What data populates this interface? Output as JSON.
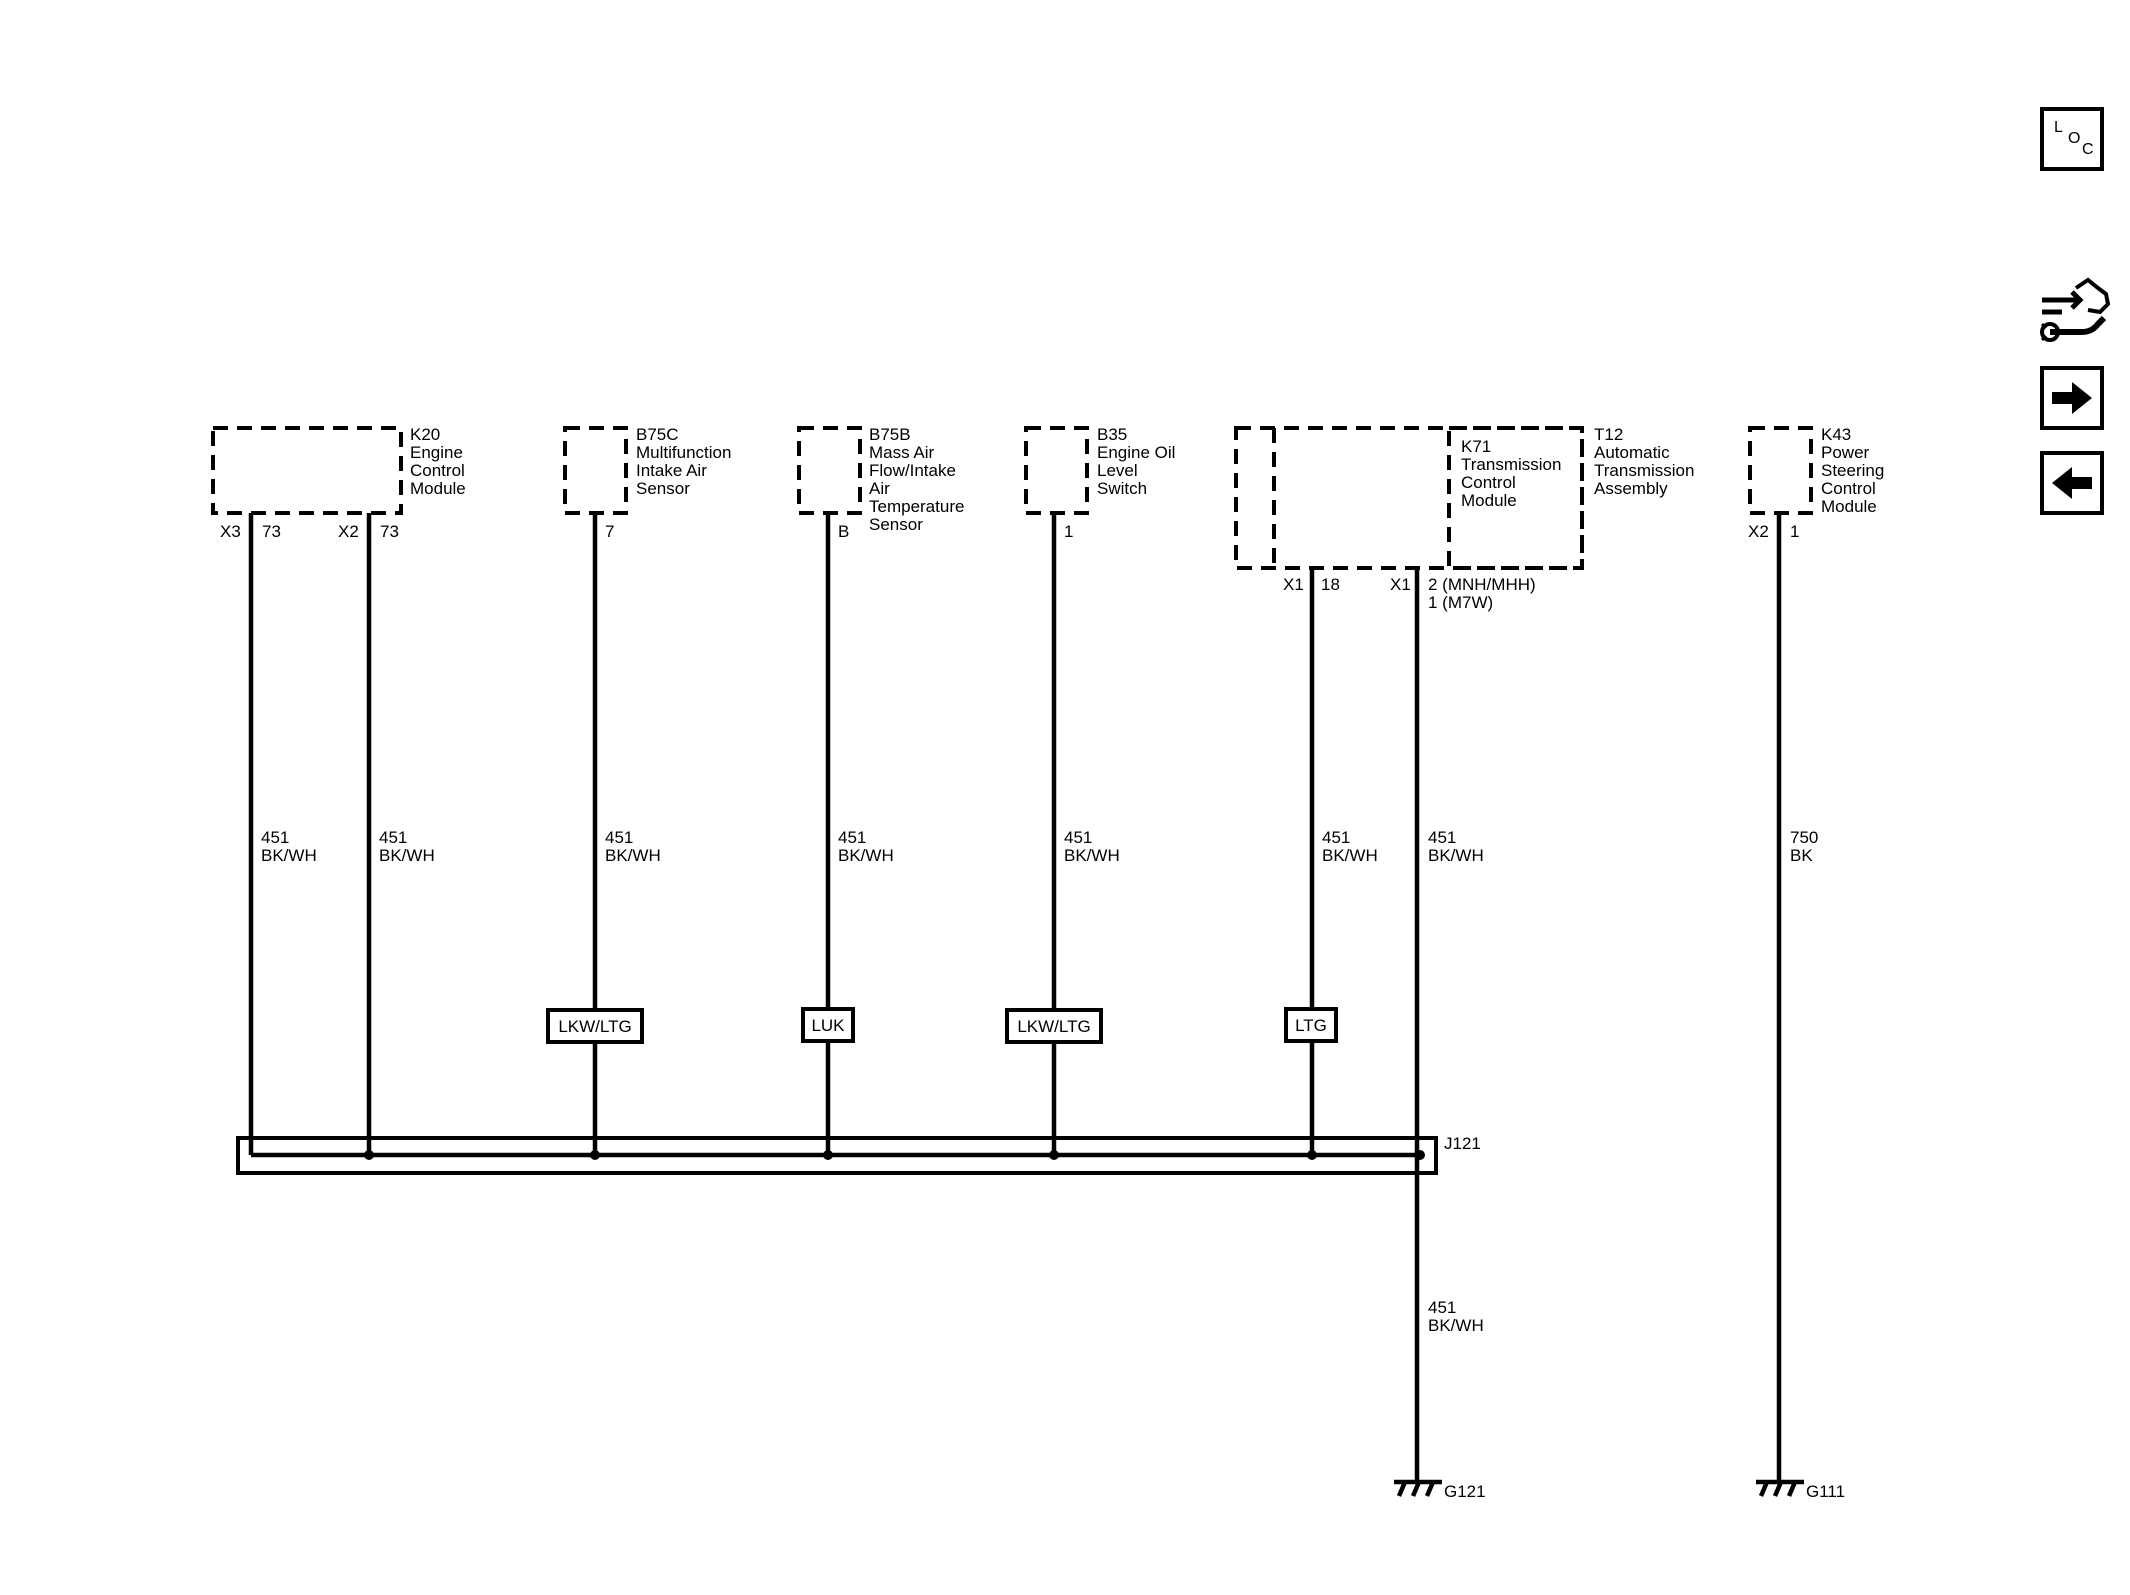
{
  "components": [
    {
      "id": "K20",
      "lines": [
        "Engine",
        "Control",
        "Module"
      ]
    },
    {
      "id": "B75C",
      "lines": [
        "Multifunction",
        "Intake Air",
        "Sensor"
      ]
    },
    {
      "id": "B75B",
      "lines": [
        "Mass Air",
        "Flow/Intake",
        "Air",
        "Temperature",
        "Sensor"
      ]
    },
    {
      "id": "B35",
      "lines": [
        "Engine Oil",
        "Level",
        "Switch"
      ]
    },
    {
      "id": "K71",
      "lines": [
        "Transmission",
        "Control",
        "Module"
      ]
    },
    {
      "id": "T12",
      "lines": [
        "Automatic",
        "Transmission",
        "Assembly"
      ]
    },
    {
      "id": "K43",
      "lines": [
        "Power",
        "Steering",
        "Control",
        "Module"
      ]
    }
  ],
  "pins": {
    "k20_x3_conn": "X3",
    "k20_x3_pin": "73",
    "k20_x2_conn": "X2",
    "k20_x2_pin": "73",
    "b75c_pin": "7",
    "b75b_pin": "B",
    "b35_pin": "1",
    "k71_x1a_conn": "X1",
    "k71_x1a_pin": "18",
    "k71_x1b_conn": "X1",
    "k71_x1b_pin_1": "2 (MNH/MHH)",
    "k71_x1b_pin_2": "1 (M7W)",
    "k43_conn": "X2",
    "k43_pin": "1"
  },
  "wires": [
    {
      "circuit": "451",
      "color": "BK/WH"
    },
    {
      "circuit": "451",
      "color": "BK/WH"
    },
    {
      "circuit": "451",
      "color": "BK/WH"
    },
    {
      "circuit": "451",
      "color": "BK/WH"
    },
    {
      "circuit": "451",
      "color": "BK/WH"
    },
    {
      "circuit": "451",
      "color": "BK/WH"
    },
    {
      "circuit": "451",
      "color": "BK/WH"
    },
    {
      "circuit": "750",
      "color": "BK"
    },
    {
      "circuit": "451",
      "color": "BK/WH"
    }
  ],
  "option_labels": [
    "LKW/LTG",
    "LUK",
    "LKW/LTG",
    "LTG"
  ],
  "splice": "J121",
  "grounds": [
    "G121",
    "G111"
  ],
  "nav": {
    "loc_letters": [
      "L",
      "O",
      "C"
    ],
    "icons": [
      "loc-icon",
      "component-tool-icon",
      "arrow-right-icon",
      "arrow-left-icon"
    ]
  }
}
